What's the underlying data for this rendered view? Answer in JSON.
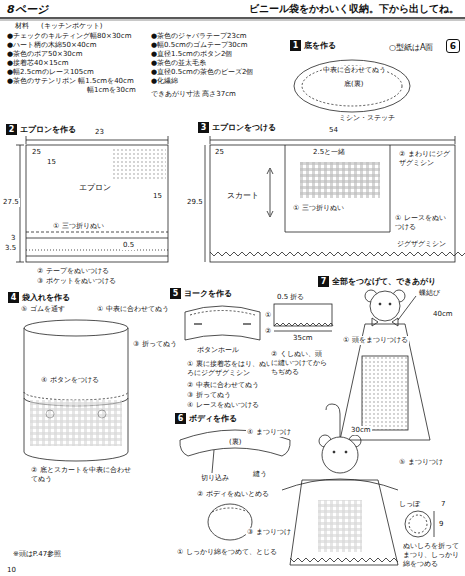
{
  "diagram": {
    "title": "ビニール袋をかわいく収納。下から出してね。",
    "nodes": [
      {
        "text": [
          "1",
          "底を作る"
        ]
      },
      {
        "text": [
          "6"
        ]
      },
      {
        "text": [
          "2",
          "エプロンを作る"
        ]
      },
      {
        "text": [
          "3",
          "エプロンをつける"
        ]
      },
      {
        "text": [
          "4",
          "袋入れを作る"
        ]
      },
      {
        "text": [
          "5",
          "ヨークを作る"
        ]
      },
      {
        "text": [
          "7",
          "全部をつなげて、できあがり"
        ]
      },
      {
        "text": [
          "6",
          "ボディを作る"
        ]
      }
    ],
    "labels": [
      "8ページ",
      "材料",
      "(キッチンポケット)",
      "●チェックのキルティング幅80×30cm",
      "●ハート柄の木綿50×40cm",
      "●茶色のボア50×30cm",
      "●接着芯40×15cm",
      "●幅2.5cmのレース105cm",
      "●茶色のサテンリボン 幅1.5cmを40cm",
      "幅1cmを30cm",
      "●茶色のジャバラテープ23cm",
      "●幅0.5cmのゴムテープ30cm",
      "●直径1.5cmのボタン2個",
      "●茶色の並太毛糸",
      "●直径0.5cmの茶色のビーズ2個",
      "●化繊綿",
      "できあがり寸法 高さ37cm",
      "中表に合わせてぬう",
      "底(裏)",
      "ミシン・ステッチ",
      "○型紙はA面",
      "23",
      "25",
      "15",
      "27.5",
      "15",
      "エプロン",
      "① 三つ折りぬい",
      "0.5",
      "3",
      "3.5",
      "② テープをぬいつける",
      "③ ポケットをぬいつける",
      "54",
      "25",
      "29.5",
      "スカート",
      "2.5と一緒",
      "② まわりにジグザグミシン",
      "① 三つ折りぬい",
      "① レースをぬいつける",
      "ジグザグミシン",
      "⑤ ゴムを通す",
      "① 中表に合わせてぬう",
      "③ 折ってぬう",
      "④ ボタンをつける",
      "② 底とスカートを中表に合わせてぬう",
      "①",
      "②",
      "ボタンホール",
      "① 裏に接着芯をはり、ぬいしろにジグザグミシン",
      "② 中表に合わせてぬう",
      "③ 折ってぬう",
      "④ レースをぬいつける",
      "0.5 折る",
      "35cm",
      "② くしぬい、頭に縫いつけてからちぢめる",
      "蝶結び",
      "40cm",
      "① 頭をまつりつける",
      "(裏)",
      "切り込み",
      "② ボディをぬいとめる",
      "① しっかり綿をつめて、とじる",
      "④ まつりつけ",
      "30cm",
      "⑤ まつりつけ",
      "縫う",
      "③ まつりつけ",
      "しっぽ",
      "7",
      "9",
      "ぬいしろを折ってまつり、しっかり綿をつめる",
      "※頭はP.47参照",
      "10"
    ]
  }
}
